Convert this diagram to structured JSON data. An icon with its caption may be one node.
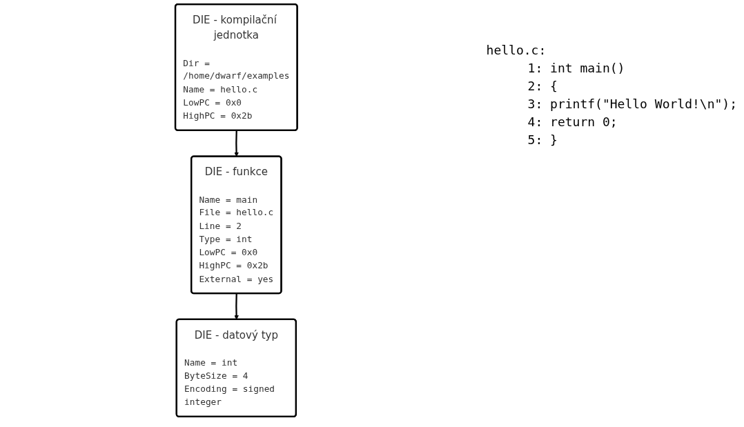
{
  "diagram": {
    "nodes": [
      {
        "text": [
          "DIE - kompilační jednotka",
          "Dir = /home/dwarf/examples",
          "Name = hello.c",
          "LowPC = 0x0",
          "HighPC = 0x2b"
        ]
      },
      {
        "text": [
          "DIE - funkce",
          "Name = main",
          "File = hello.c",
          "Line = 2",
          "Type = int",
          "LowPC = 0x0",
          "HighPC = 0x2b",
          "External = yes"
        ]
      },
      {
        "text": [
          "DIE - datový typ",
          "Name = int",
          "ByteSize = 4",
          "Encoding = signed integer"
        ]
      }
    ],
    "edges": [
      {
        "from": 0,
        "to": 1,
        "arrow": "to"
      },
      {
        "from": 1,
        "to": 2,
        "arrow": "to"
      }
    ],
    "labels": [
      "hello.c:",
      "1: int main()",
      "2: {",
      "3: printf(\"Hello World!\\n\");",
      "4: return 0;",
      "5: }"
    ]
  }
}
